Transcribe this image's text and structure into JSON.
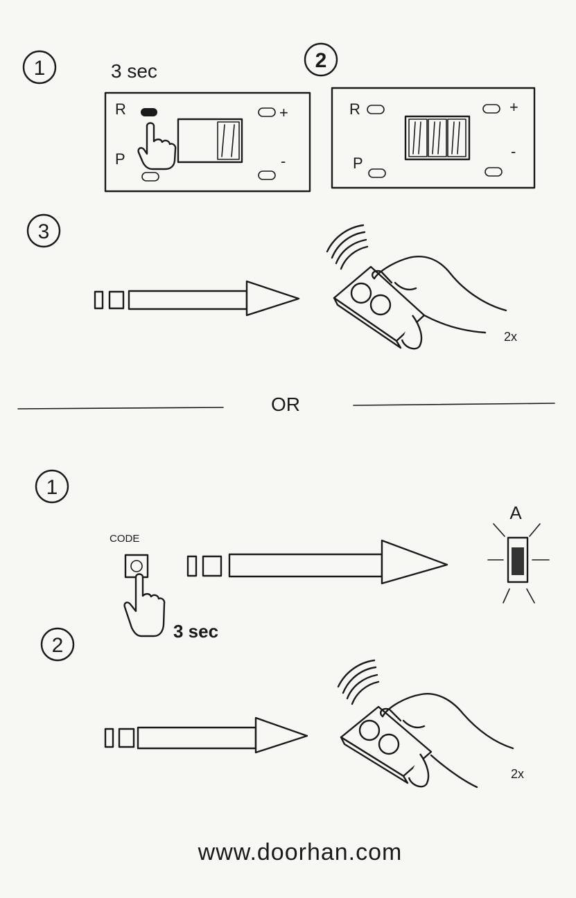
{
  "section_a": {
    "step1": {
      "number": "1",
      "duration": "3 sec"
    },
    "panel1": {
      "r_label": "R",
      "p_label": "P",
      "plus_label": "+",
      "minus_label": "-"
    },
    "step2": {
      "number": "2"
    },
    "panel2": {
      "r_label": "R",
      "p_label": "P",
      "plus_label": "+",
      "minus_label": "-"
    },
    "step3": {
      "number": "3",
      "repeat": "2x"
    }
  },
  "divider": {
    "label": "OR"
  },
  "section_b": {
    "step1": {
      "number": "1",
      "button_label": "CODE",
      "duration": "3 sec",
      "led_label": "A"
    },
    "step2": {
      "number": "2",
      "repeat": "2x"
    }
  },
  "footer": {
    "url": "www.doorhan.com"
  }
}
